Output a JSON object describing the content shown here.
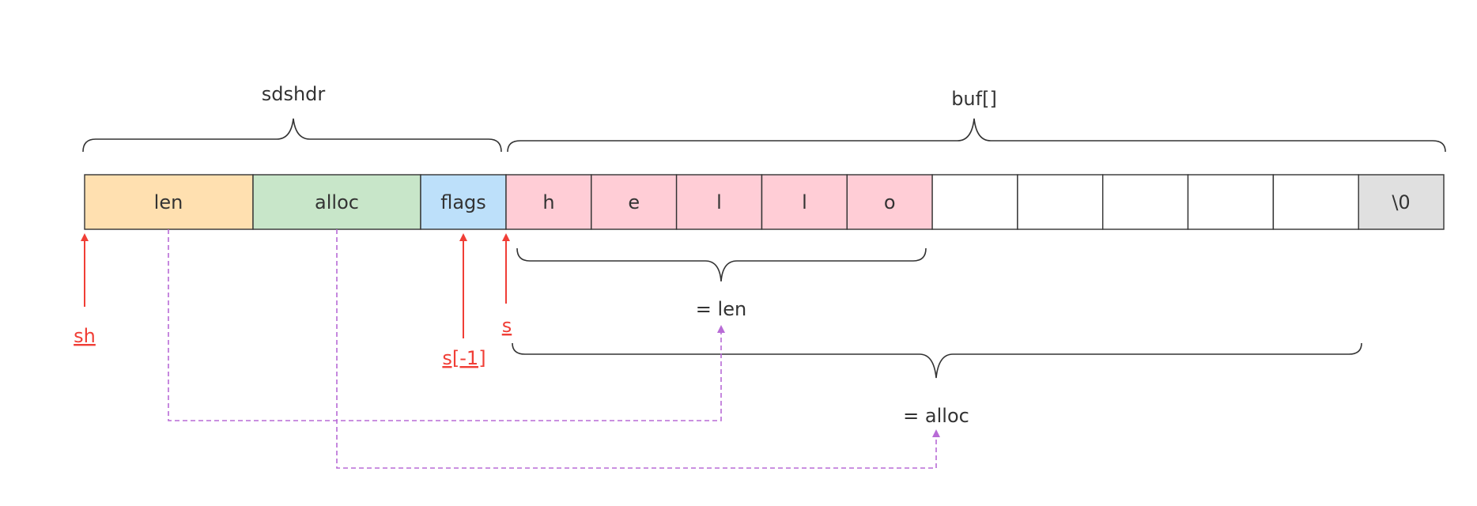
{
  "diagram": {
    "header_brace_label": "sdshdr",
    "buf_brace_label": "buf[]",
    "header_cells": [
      {
        "key": "len",
        "label": "len",
        "color": "#ffe0b0"
      },
      {
        "key": "alloc",
        "label": "alloc",
        "color": "#c8e6c9"
      },
      {
        "key": "flags",
        "label": "flags",
        "color": "#bde0fa"
      }
    ],
    "buf_cells": [
      {
        "label": "h",
        "color": "#ffcdd6"
      },
      {
        "label": "e",
        "color": "#ffcdd6"
      },
      {
        "label": "l",
        "color": "#ffcdd6"
      },
      {
        "label": "l",
        "color": "#ffcdd6"
      },
      {
        "label": "o",
        "color": "#ffcdd6"
      },
      {
        "label": "",
        "color": "#ffffff"
      },
      {
        "label": "",
        "color": "#ffffff"
      },
      {
        "label": "",
        "color": "#ffffff"
      },
      {
        "label": "",
        "color": "#ffffff"
      },
      {
        "label": "",
        "color": "#ffffff"
      },
      {
        "label": "\\0",
        "color": "#e0e0e0"
      }
    ],
    "len_brace_label": "= len",
    "alloc_brace_label": "= alloc",
    "pointers": {
      "sh": "sh",
      "s_minus_1": "s[-1]",
      "s": "s"
    },
    "colors": {
      "pointer": "#f03e36",
      "link": "#b86bd6",
      "stroke": "#333333"
    }
  }
}
